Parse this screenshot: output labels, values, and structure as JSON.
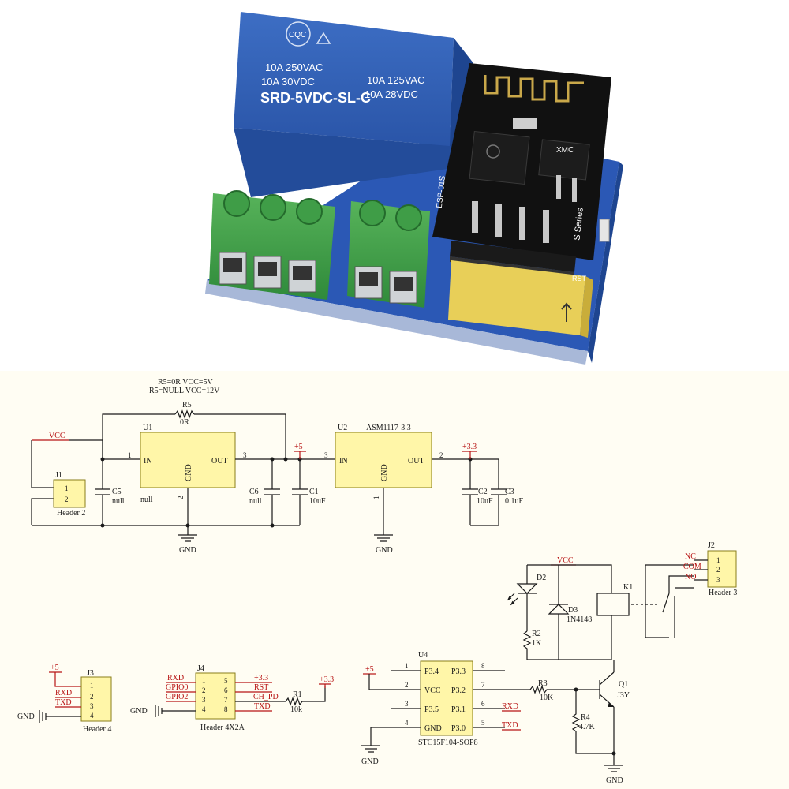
{
  "photo": {
    "relay_logo": "CQC",
    "relay_lines": [
      "10A 250VAC",
      "10A  30VDC",
      "10A 125VAC",
      "10A 28VDC",
      "SRD-5VDC-SL-C"
    ],
    "esp_label": "ESP-01S",
    "esp_series": "S Series",
    "flash_brand": "XMC",
    "rst_label": "RST"
  },
  "schematic": {
    "r5_note1": "R5=0R  VCC=5V",
    "r5_note2": "R5=NULL  VCC=12V",
    "r5": "R5",
    "r5_val": "0R",
    "vcc": "VCC",
    "u1": "U1",
    "u1_val": "null",
    "u2": "U2",
    "u2_val": "ASM1117-3.3",
    "in": "IN",
    "out": "OUT",
    "gnd": "GND",
    "plus5": "+5",
    "plus33": "+3.3",
    "j1": "J1",
    "header2": "Header 2",
    "c5": "C5",
    "c5_val": "null",
    "c6": "C6",
    "c6_val": "null",
    "c1": "C1",
    "c1_val": "10uF",
    "c2": "C2",
    "c2_val": "10uF",
    "c3": "C3",
    "c3_val": "0.1uF",
    "d2": "D2",
    "d3": "D3",
    "d3_val": "1N4148",
    "r2": "R2",
    "r2_val": "1K",
    "k1": "K1",
    "j2": "J2",
    "nc": "NC",
    "com": "COM",
    "no": "NO",
    "header3": "Header 3",
    "j3": "J3",
    "header4": "Header 4",
    "rxd": "RXD",
    "txd": "TXD",
    "j4": "J4",
    "gpio0": "GPIO0",
    "gpio2": "GPIO2",
    "rst": "RST",
    "ch_pd": "CH_PD",
    "header4x2": "Header 4X2A_",
    "r1": "R1",
    "r1_val": "10k",
    "u4": "U4",
    "p34": "P3.4",
    "p33": "P3.3",
    "p32": "P3.2",
    "p35": "P3.5",
    "p31": "P3.1",
    "p30": "P3.0",
    "u4_val": "STC15F104-SOP8",
    "r3": "R3",
    "r3_val": "10K",
    "r4": "R4",
    "r4_val": "4.7K",
    "q1": "Q1",
    "q1_val": "J3Y",
    "pin1": "1",
    "pin2": "2",
    "pin3": "3",
    "pin4": "4",
    "pin5": "5",
    "pin6": "6",
    "pin7": "7",
    "pin8": "8"
  }
}
